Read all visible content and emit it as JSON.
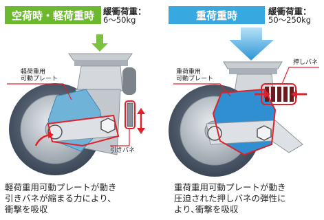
{
  "left_panel": {
    "badge": "空荷時・軽荷重時",
    "load_title": "緩衝荷重：",
    "load_range": "6～50kg",
    "plate_label": "軽荷重用\n可動プレート",
    "spring_label": "引きバネ",
    "caption": "軽荷重用可動プレートが動き\n引きバネが縮まる力により、\n衝撃を吸収"
  },
  "right_panel": {
    "badge": "重荷重時",
    "load_title": "緩衝荷重：",
    "load_range": "50～250kg",
    "plate_label": "重荷重用\n可動プレート",
    "spring_label": "押しバネ",
    "caption": "重荷重用可動プレートが動き\n圧迫された押しバネの弾性に\nより､衝撃を吸収"
  },
  "colors": {
    "light_accent": "#6cb82f",
    "heavy_accent": "#38a8e0",
    "plate_light": "#6fb3d8",
    "plate_heavy": "#2f8fd0",
    "wheel_tread": "#4d5a6b",
    "callout": "#e0202a"
  }
}
